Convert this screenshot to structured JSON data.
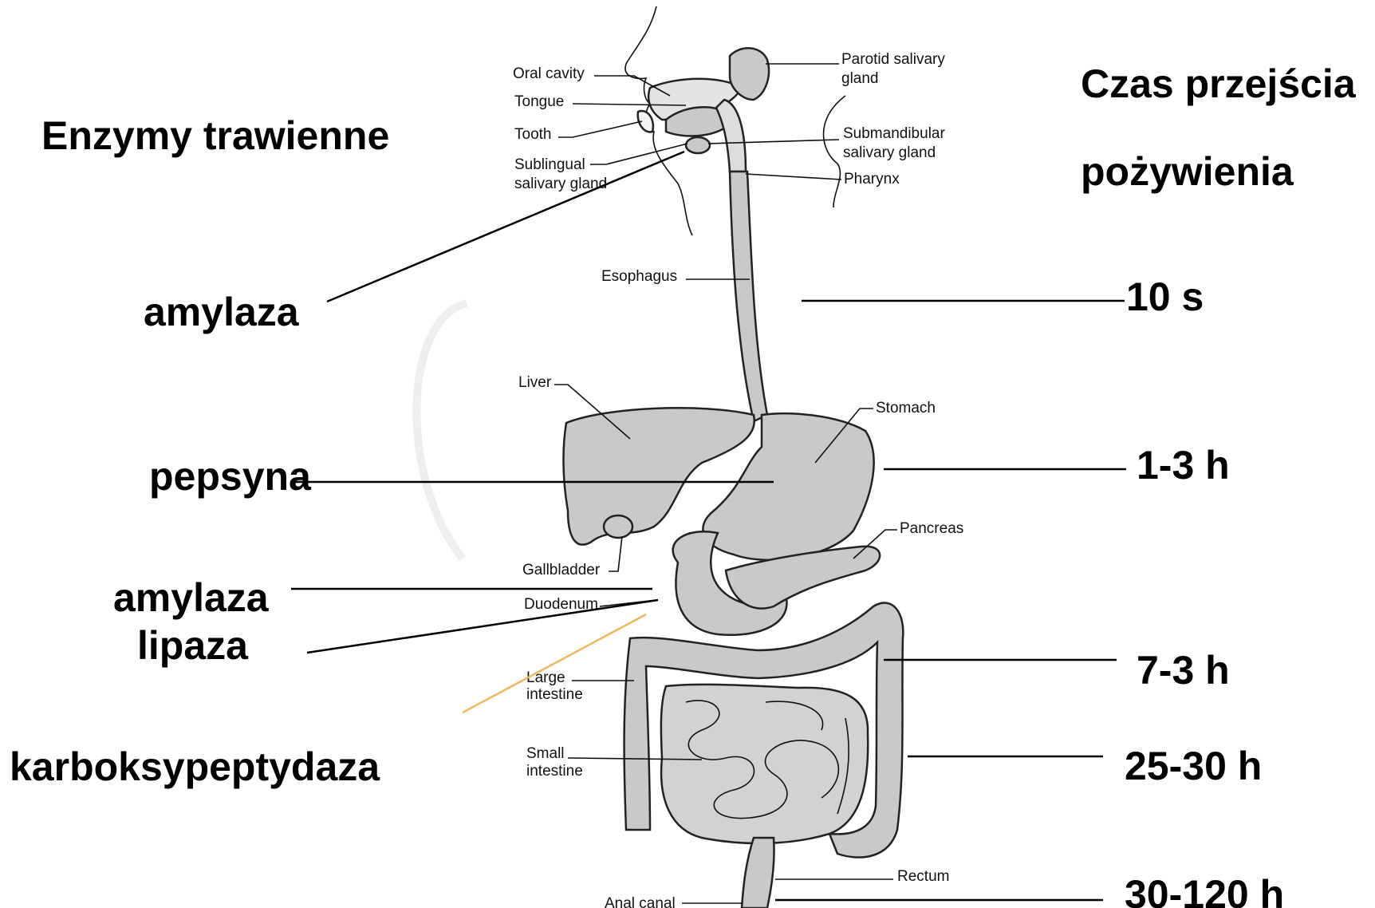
{
  "left_column": {
    "heading": "Enzymy trawienne",
    "enzymes": {
      "mouth": "amylaza",
      "stomach": "pepsyna",
      "duodenum_1": "amylaza",
      "duodenum_2": "lipaza",
      "intestine": "karboksypeptydaza"
    }
  },
  "right_column": {
    "heading_line1": "Czas przejścia",
    "heading_line2": "pożywienia",
    "times": {
      "esophagus": "10 s",
      "stomach": "1-3 h",
      "large_intestine": "7-3 h",
      "small_intestine": "25-30 h",
      "anal_canal": "30-120 h"
    }
  },
  "anatomy_labels": {
    "oral_cavity": "Oral cavity",
    "tongue": "Tongue",
    "tooth": "Tooth",
    "sublingual_1": "Sublingual",
    "sublingual_2": "salivary gland",
    "parotid_1": "Parotid salivary",
    "parotid_2": "gland",
    "submandibular_1": "Submandibular",
    "submandibular_2": "salivary gland",
    "pharynx": "Pharynx",
    "esophagus": "Esophagus",
    "liver": "Liver",
    "stomach": "Stomach",
    "pancreas": "Pancreas",
    "gallbladder": "Gallbladder",
    "duodenum": "Duodenum",
    "large_intestine_1": "Large",
    "large_intestine_2": "intestine",
    "small_intestine_1": "Small",
    "small_intestine_2": "intestine",
    "rectum": "Rectum",
    "anal_canal": "Anal canal"
  },
  "colors": {
    "organ_fill": "#c9c9c9",
    "accent_line": "#f0b85a"
  }
}
